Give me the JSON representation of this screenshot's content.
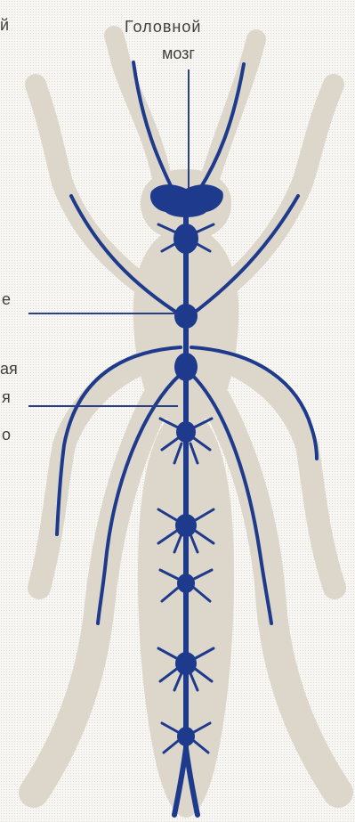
{
  "labels": {
    "top_left_fragment": "й",
    "brain_line1": "Головной",
    "brain_line2": "мозг",
    "left_mid_fragment": "е",
    "left_lower_fragment1": "ая",
    "left_lower_fragment2": "я",
    "left_lower_fragment3": "о"
  },
  "colors": {
    "nerve": "#1e3a8c",
    "body": "#ddd6ca",
    "background": "#f7f6f2",
    "text": "#3f3f3f"
  }
}
